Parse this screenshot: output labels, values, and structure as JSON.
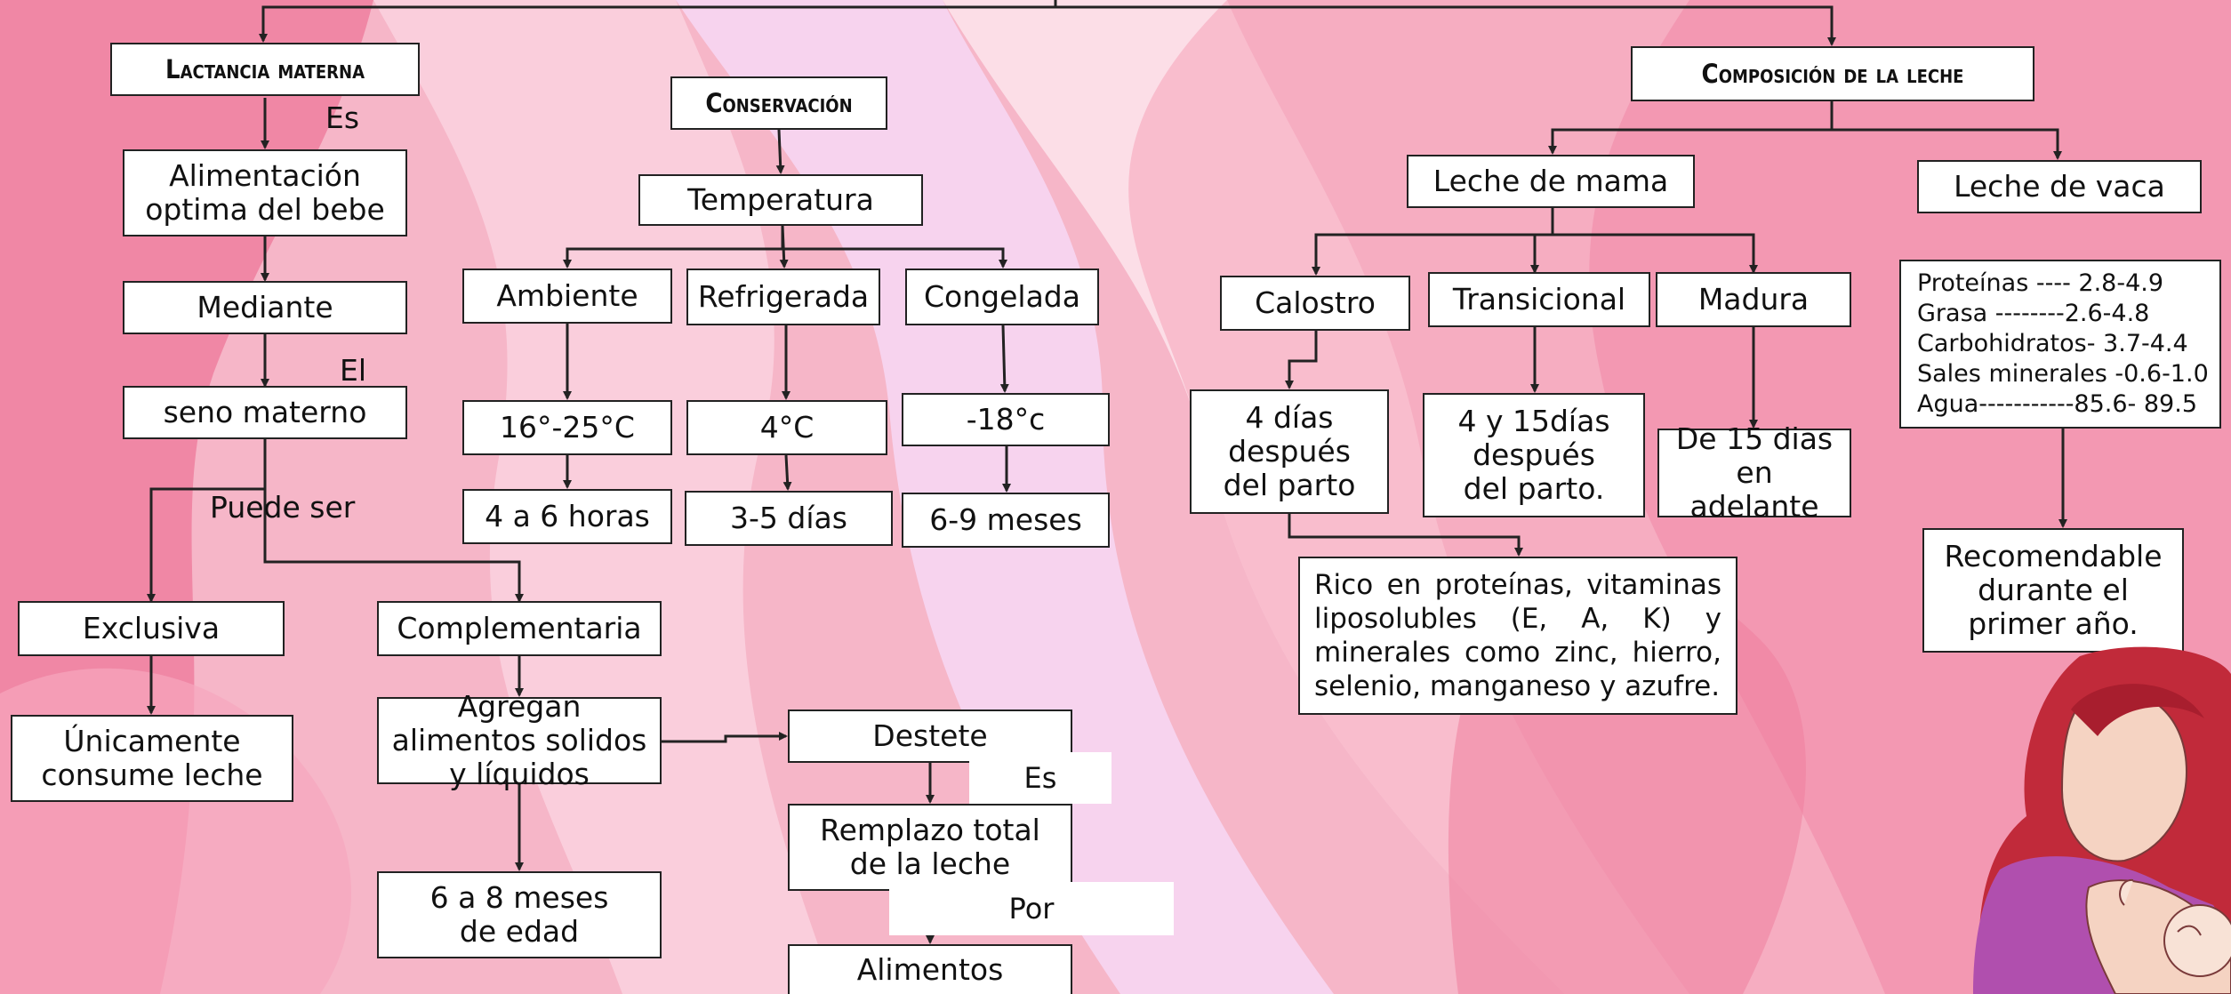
{
  "lactancia": {
    "title": "Lactancia materna",
    "es": "Es",
    "alimentacion": "Alimentación optima del bebe",
    "mediante": "Mediante",
    "el": "El",
    "seno": "seno materno",
    "puede_ser": "Puede ser",
    "exclusiva": "Exclusiva",
    "unicamente": "Únicamente consume leche",
    "complementaria": "Complementaria",
    "agregan": "Agregan alimentos solidos y líquidos",
    "meses": "6 a 8 meses de edad",
    "destete": "Destete",
    "destete_es": "Es",
    "remplazo": "Remplazo total de la leche",
    "por": "Por",
    "alimentos": "Alimentos"
  },
  "conservacion": {
    "title": "Conservación",
    "temperatura": "Temperatura",
    "ambiente": "Ambiente",
    "refrigerada": "Refrigerada",
    "congelada": "Congelada",
    "amb_temp": "16°-25°C",
    "ref_temp": "4°C",
    "con_temp": "-18°c",
    "amb_time": "4 a 6 horas",
    "ref_time": "3-5 días",
    "con_time": "6-9 meses"
  },
  "composicion": {
    "title": "Composición de la leche",
    "leche_mama": "Leche de mama",
    "leche_vaca": "Leche de vaca",
    "calostro": "Calostro",
    "transicional": "Transicional",
    "madura": "Madura",
    "calostro_time": "4 días después del parto",
    "transicional_time": "4 y 15días después del parto.",
    "madura_time": "De 15 dias en adelante",
    "rico": "Rico en proteínas, vitaminas liposolubles (E, A, K) y minerales como zinc, hierro, selenio, manganeso y azufre.",
    "vaca_composition": "Proteínas ---- 2.8-4.9\nGrasa --------2.6-4.8\nCarbohidratos- 3.7-4.4\nSales minerales -0.6-1.0\nAgua-----------85.6- 89.5",
    "recomendable": "Recomendable durante el primer año."
  },
  "colors": {
    "background": "#f6b6c8",
    "blob_light": "#fbd0de",
    "blob_dark": "#ee7f9f",
    "lavender": "#f7d6f2",
    "box": "#ffffff",
    "line": "#222222"
  }
}
